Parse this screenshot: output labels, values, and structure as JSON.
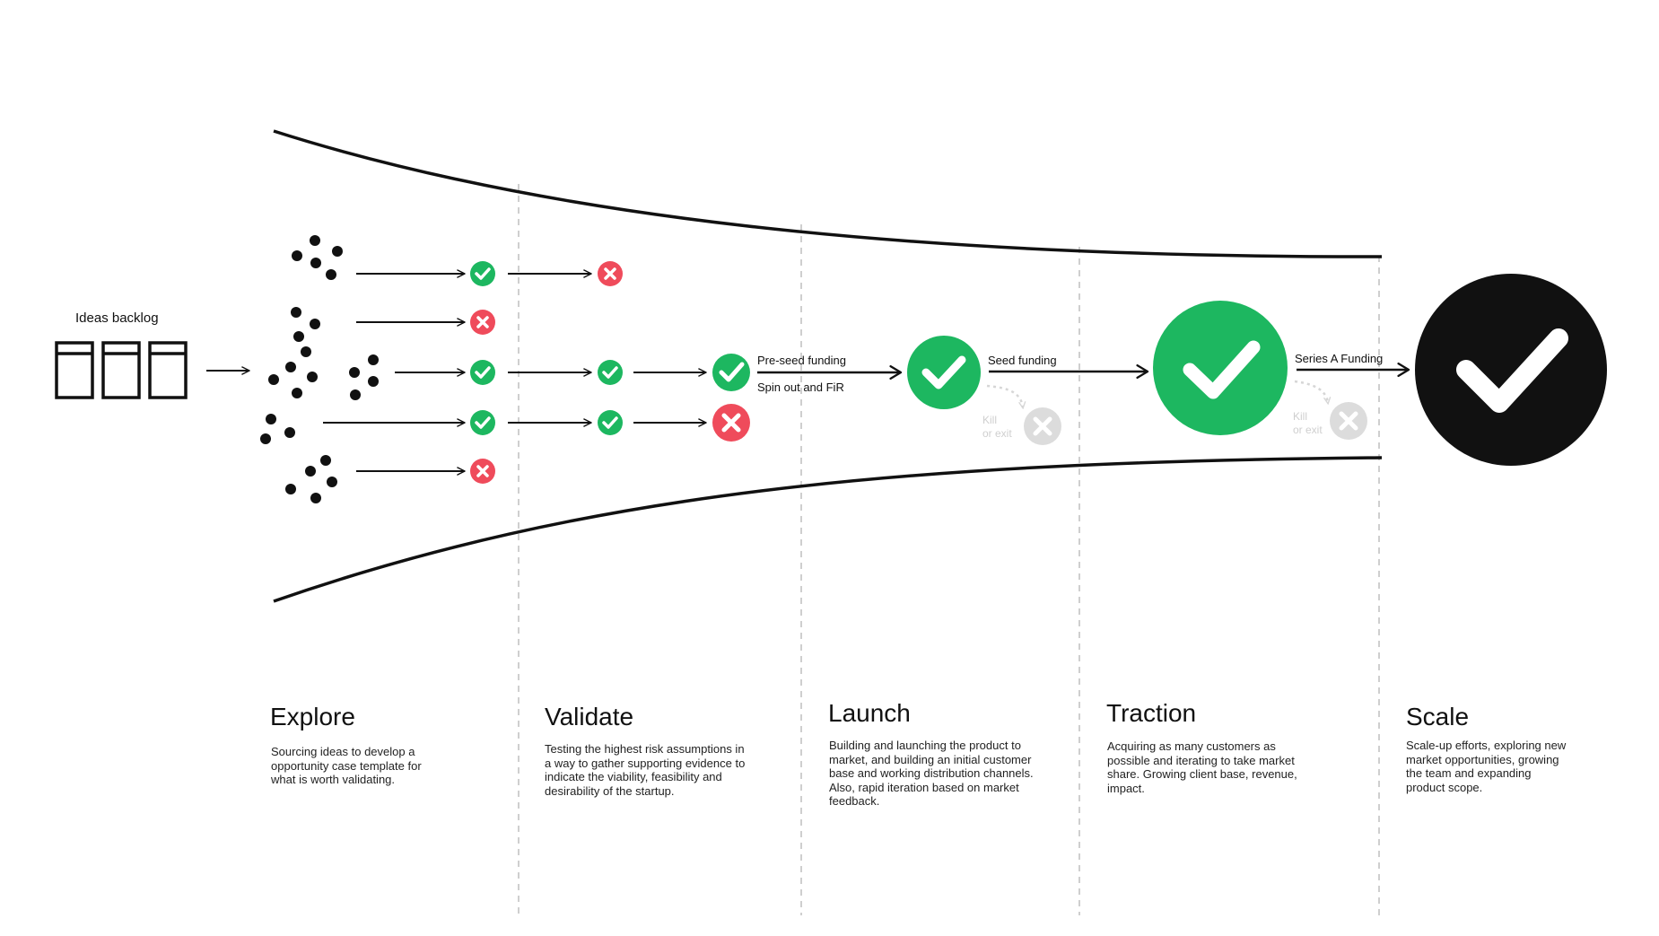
{
  "backlog_label": "Ideas backlog",
  "funding": {
    "pre_seed": "Pre-seed funding",
    "spin_out": "Spin out and FiR",
    "seed": "Seed funding",
    "series_a": "Series A Funding"
  },
  "kill_label": [
    "Kill",
    "or exit"
  ],
  "stages": [
    {
      "title": "Explore",
      "description": "Sourcing ideas to develop a opportunity case template for what is worth validating."
    },
    {
      "title": "Validate",
      "description": "Testing the highest risk assumptions in a way to gather supporting evidence to indicate the viability, feasibility and desirability of the startup."
    },
    {
      "title": "Launch",
      "description": "Building and launching the product to market, and building an initial customer base and working distribution channels. Also, rapid iteration based on market feedback."
    },
    {
      "title": "Traction",
      "description": "Acquiring as many customers as possible and iterating to take market share. Growing client base, revenue, impact."
    },
    {
      "title": "Scale",
      "description": "Scale-up efforts, exploring new market opportunities, growing the team and expanding product scope."
    }
  ],
  "colors": {
    "success": "#1db760",
    "fail": "#ef4b5b",
    "muted": "#d6d6d6",
    "ink": "#111111",
    "divider": "#cfcfcf"
  },
  "icons": [
    "check-icon",
    "cross-icon",
    "arrow-icon",
    "idea-dots",
    "backlog-grid"
  ]
}
